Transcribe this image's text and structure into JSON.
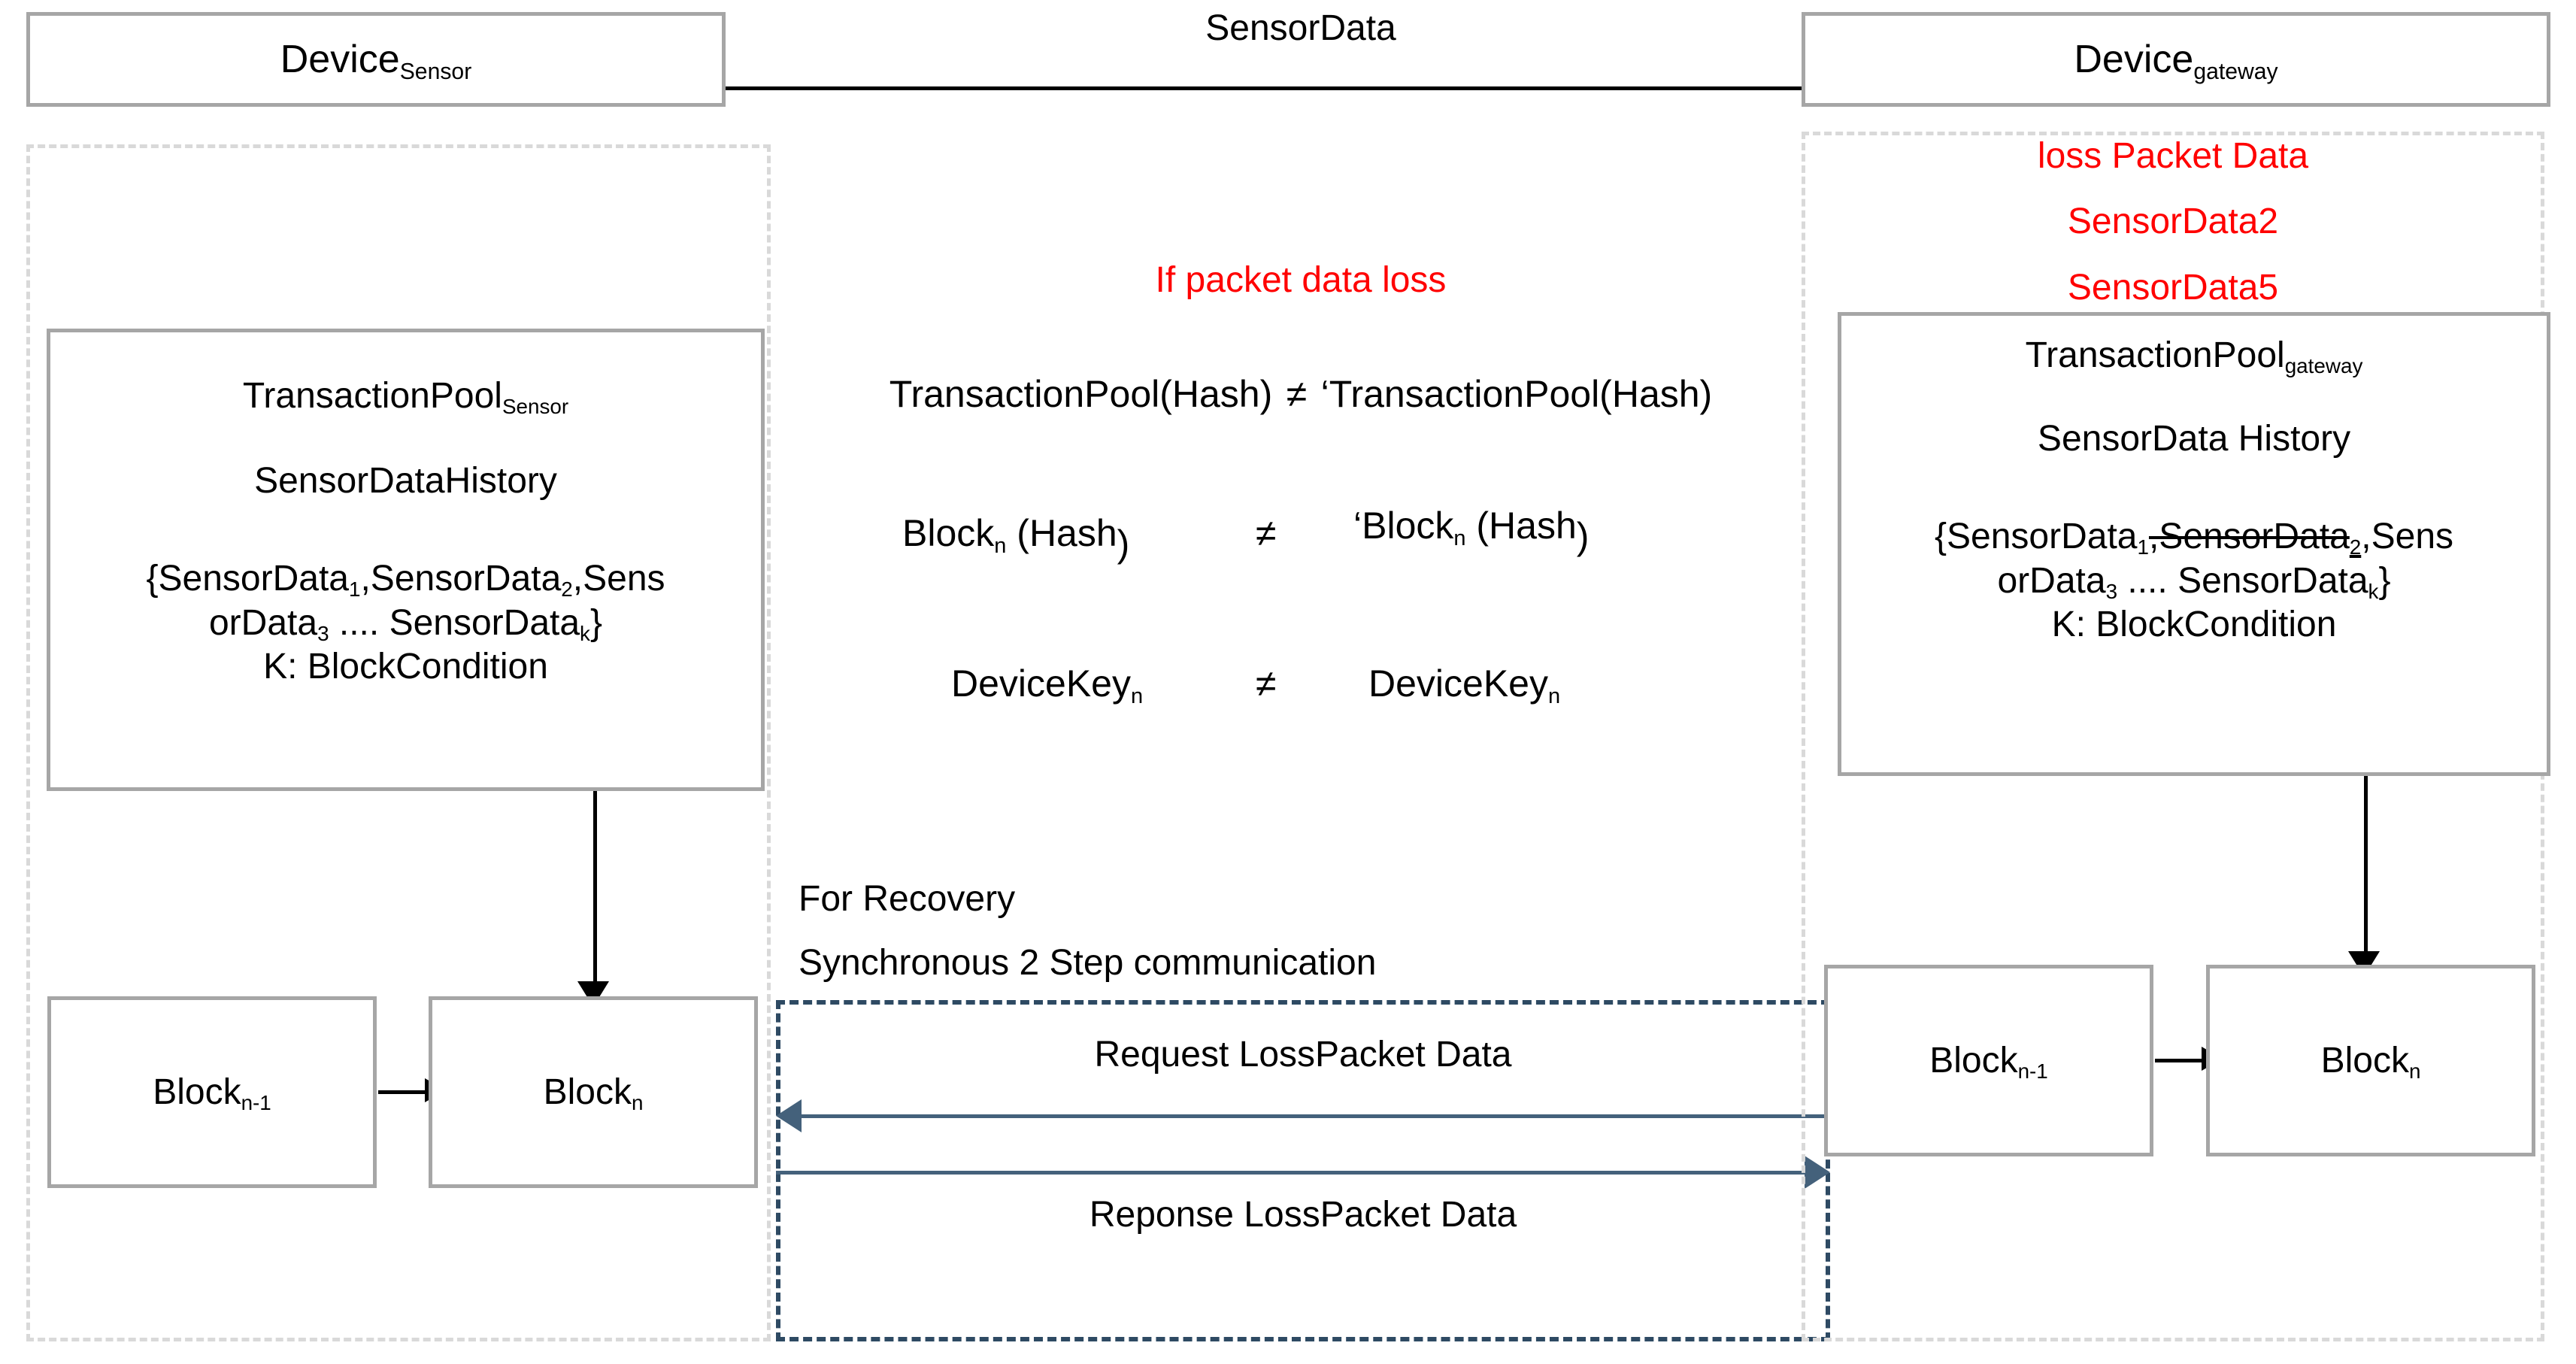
{
  "devices": {
    "sensor": {
      "base": "Device",
      "sub": "Sensor"
    },
    "gateway": {
      "base": "Device",
      "sub": "gateway"
    }
  },
  "top_link": {
    "label": "SensorData"
  },
  "loss_panel": {
    "title": "loss Packet Data",
    "items": [
      "SensorData2",
      "SensorData5"
    ]
  },
  "sensor_pool": {
    "title_base": "TransactionPool",
    "title_sub": "Sensor",
    "history": "SensorDataHistory",
    "set_line1_a": "{SensorData",
    "set_line1_a_sub": "1",
    "set_line1_b": ",SensorData",
    "set_line1_b_sub": "2",
    "set_line1_c": ",Sens",
    "set_line2_a": "orData",
    "set_line2_a_sub": "3",
    "set_line2_b": " .... SensorData",
    "set_line2_b_sub": "k",
    "set_line2_c": "}",
    "condition": "K: BlockCondition"
  },
  "gateway_pool": {
    "title_base": "TransactionPool",
    "title_sub": "gateway",
    "history": "SensorData History",
    "set_line1_a": "{SensorData",
    "set_line1_a_sub": "1",
    "set_line1_struck": ",SensorData",
    "set_line1_struck_sub": "2",
    "set_line1_c": ",Sens",
    "set_line2_a": "orData",
    "set_line2_a_sub": "3",
    "set_line2_b": " .... SensorData",
    "set_line2_b_sub": "k",
    "set_line2_c": "}",
    "condition": "K: BlockCondition"
  },
  "center": {
    "warning": "If packet data loss",
    "eq1_left": "TransactionPool(Hash)",
    "eq1_op": "≠",
    "eq1_right": "‘TransactionPool(Hash)",
    "eq2_left_a": "Block",
    "eq2_left_sub": "n",
    "eq2_left_b": " (Hash",
    "eq2_left_c": ")",
    "eq2_op": "≠",
    "eq2_right_a": "‘Block",
    "eq2_right_sub": "n",
    "eq2_right_b": " (Hash",
    "eq2_right_c": ")",
    "eq3_left_a": "DeviceKey",
    "eq3_left_sub": "n",
    "eq3_op": "≠",
    "eq3_right_a": "DeviceKey",
    "eq3_right_sub": "n",
    "recovery_line1": "For Recovery",
    "recovery_line2": "Synchronous 2 Step communication",
    "request_label": "Request LossPacket Data",
    "response_label": "Reponse LossPacket Data"
  },
  "sensor_chain": {
    "prev_base": "Block",
    "prev_sub": "n-1",
    "curr_base": "Block",
    "curr_sub": "n"
  },
  "gateway_chain": {
    "prev_base": "Block",
    "prev_sub": "n-1",
    "curr_base": "Block",
    "curr_sub": "n"
  },
  "colors": {
    "box_border": "#a6a6a6",
    "dashed_container": "#d9d9d9",
    "recovery_dashed": "#2e4a63",
    "accent_red": "#ff0000",
    "arrow_blue": "#44617b",
    "arrow_black": "#000000"
  }
}
